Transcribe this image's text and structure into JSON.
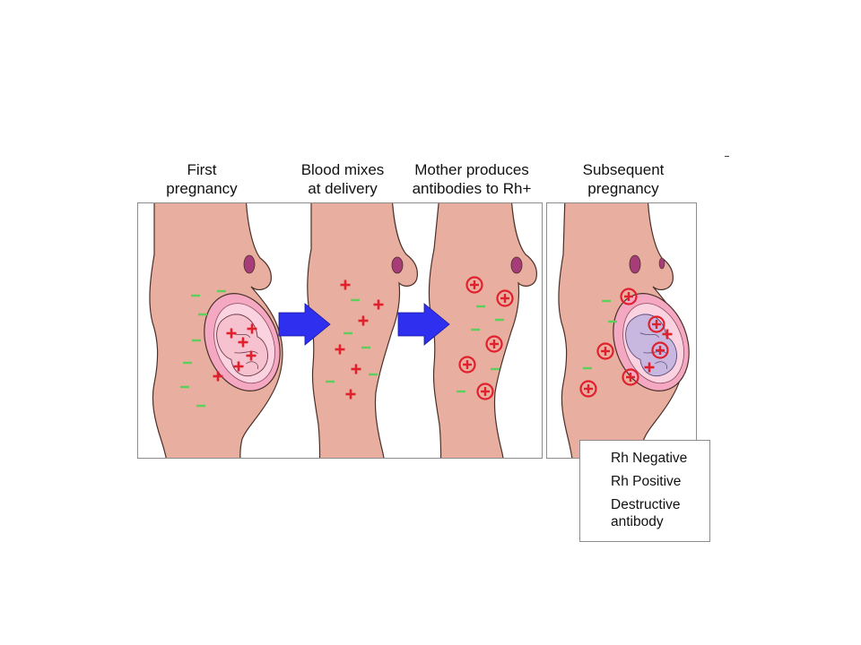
{
  "titles": {
    "first": [
      "First",
      "pregnancy"
    ],
    "mixes": [
      "Blood mixes",
      "at delivery"
    ],
    "antibodies": [
      "Mother produces",
      "antibodies to Rh+"
    ],
    "subsequent": [
      "Subsequent",
      "pregnancy"
    ]
  },
  "legend": {
    "negative": "Rh Negative",
    "positive": "Rh Positive",
    "antibody": [
      "Destructive",
      "antibody"
    ]
  },
  "colors": {
    "skin": "#e8aea0",
    "skin_outline": "#4a3028",
    "uterus": "#f4a8c2",
    "amnion": "#fbd3e0",
    "fetus": "#f6c2d0",
    "fetus_subsequent": "#c8b8e0",
    "nipple": "#a63c78",
    "negative": "#5ccf5c",
    "positive": "#e0202c",
    "arrow": "#2f2ff0",
    "frame": "#8c8c8c"
  },
  "symbols": {
    "first": {
      "negative": [
        [
          218,
          330
        ],
        [
          247,
          325
        ],
        [
          226,
          351
        ],
        [
          219,
          380
        ],
        [
          209,
          405
        ],
        [
          206,
          432
        ],
        [
          224,
          453
        ]
      ],
      "positive": [
        [
          258,
          372
        ],
        [
          281,
          367
        ],
        [
          271,
          382
        ],
        [
          280,
          397
        ],
        [
          266,
          409
        ],
        [
          243,
          420
        ]
      ]
    },
    "mixes": {
      "negative": [
        [
          396,
          335
        ],
        [
          388,
          372
        ],
        [
          408,
          388
        ],
        [
          368,
          426
        ],
        [
          416,
          418
        ]
      ],
      "positive": [
        [
          385,
          318
        ],
        [
          422,
          340
        ],
        [
          405,
          358
        ],
        [
          379,
          390
        ],
        [
          397,
          412
        ],
        [
          391,
          440
        ]
      ]
    },
    "antibodies": {
      "negative": [
        [
          536,
          342
        ],
        [
          557,
          357
        ],
        [
          530,
          368
        ],
        [
          552,
          412
        ],
        [
          514,
          437
        ]
      ],
      "antibody": [
        [
          529,
          318
        ],
        [
          563,
          333
        ],
        [
          551,
          384
        ],
        [
          521,
          407
        ],
        [
          541,
          437
        ]
      ]
    },
    "subsequent": {
      "negative": [
        [
          676,
          336
        ],
        [
          683,
          359
        ],
        [
          655,
          411
        ]
      ],
      "positive": [
        [
          744,
          373
        ],
        [
          724,
          410
        ]
      ],
      "antibody": [
        [
          701,
          331
        ],
        [
          732,
          362
        ],
        [
          736,
          391
        ],
        [
          675,
          392
        ],
        [
          703,
          421
        ],
        [
          656,
          434
        ]
      ]
    }
  }
}
